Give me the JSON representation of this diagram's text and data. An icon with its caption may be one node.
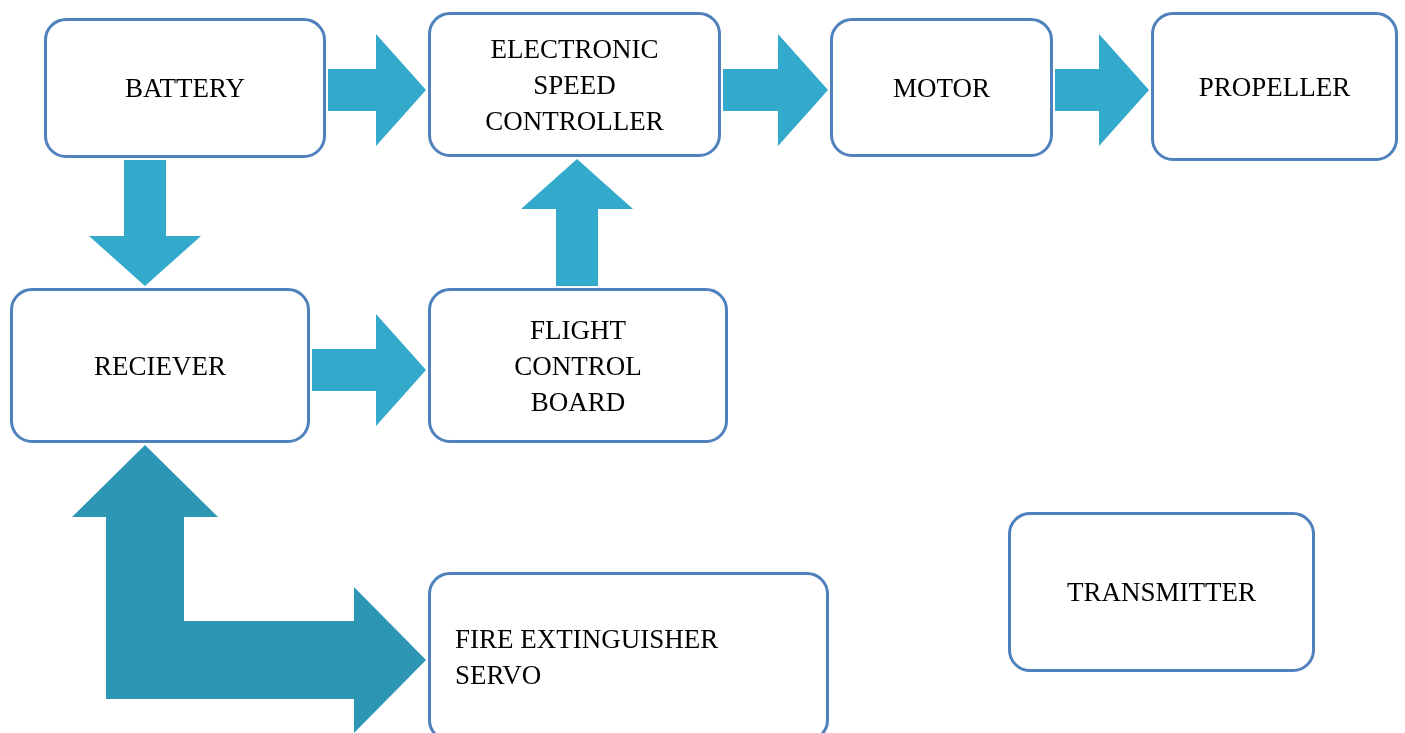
{
  "diagram": {
    "nodes": [
      {
        "text": [
          "BATTERY"
        ]
      },
      {
        "text": [
          "ELECTRONIC SPEED CONTROLLER"
        ]
      },
      {
        "text": [
          "MOTOR"
        ]
      },
      {
        "text": [
          "PROPELLER"
        ]
      },
      {
        "text": [
          "RECIEVER"
        ]
      },
      {
        "text": [
          "FLIGHT CONTROL BOARD"
        ]
      },
      {
        "text": [
          "FIRE EXTINGUISHER SERVO"
        ]
      },
      {
        "text": [
          "TRANSMITTER"
        ]
      }
    ],
    "edges": [
      {
        "from": 0,
        "to": 1,
        "arrow": "to"
      },
      {
        "from": 1,
        "to": 2,
        "arrow": "to"
      },
      {
        "from": 2,
        "to": 3,
        "arrow": "to"
      },
      {
        "from": 0,
        "to": 4,
        "arrow": "to"
      },
      {
        "from": 5,
        "to": 1,
        "arrow": "to"
      },
      {
        "from": 4,
        "to": 5,
        "arrow": "to"
      },
      {
        "from": 4,
        "to": 6,
        "arrow": "both",
        "style": "thick"
      }
    ]
  }
}
